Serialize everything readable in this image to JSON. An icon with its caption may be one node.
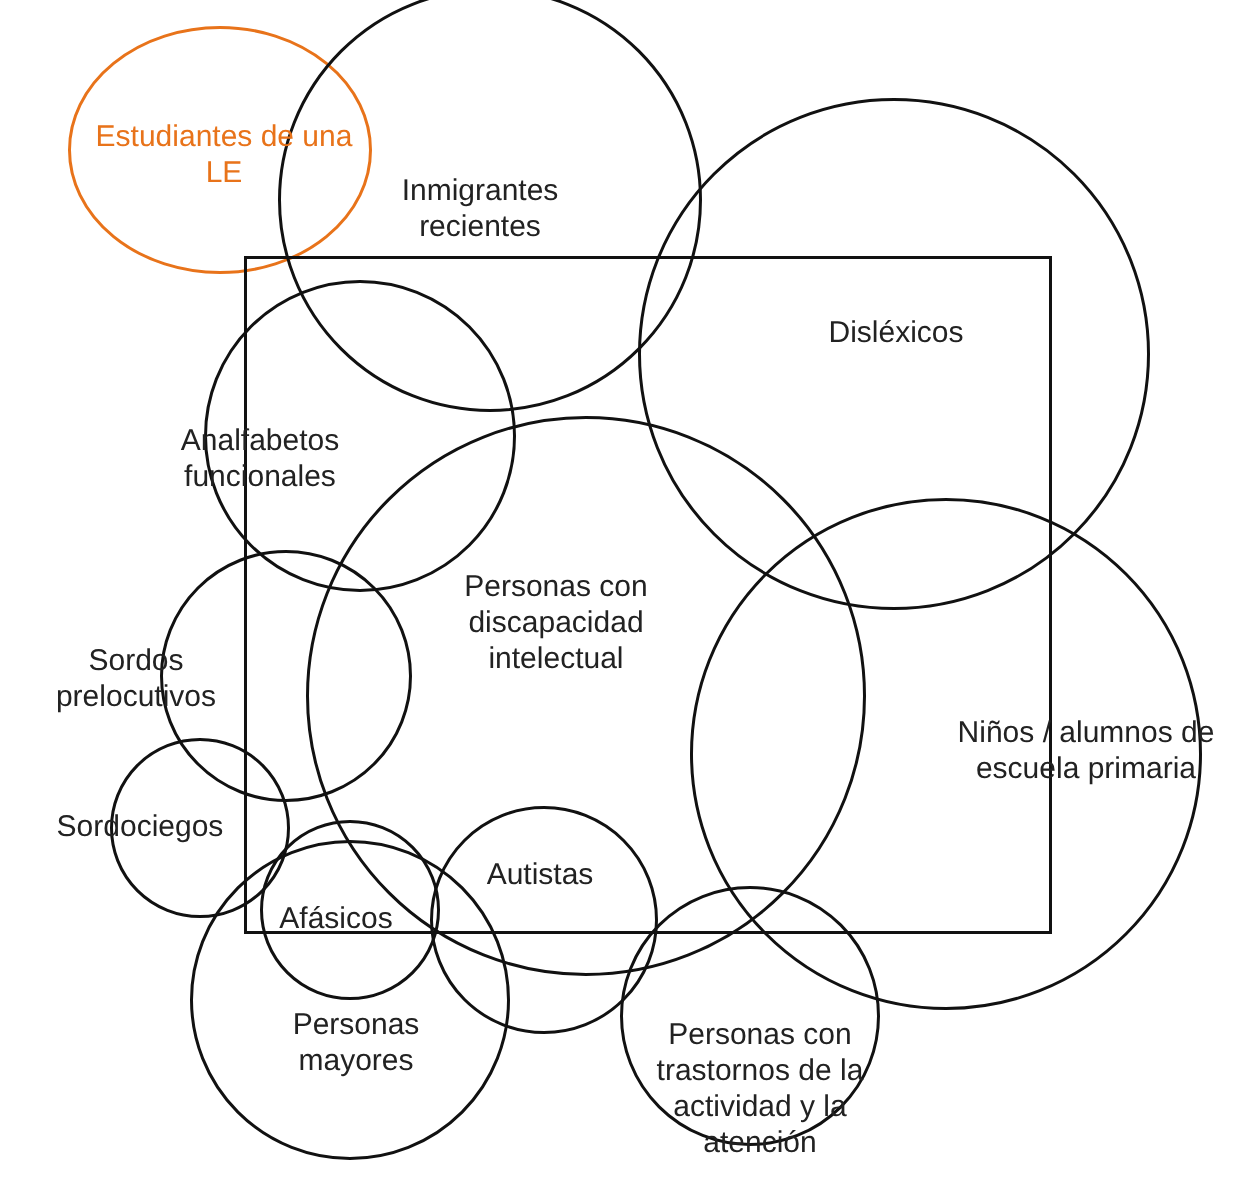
{
  "diagram": {
    "nodes": [
      {
        "text": [
          "Estudiantes de una LE"
        ]
      },
      {
        "text": [
          "Inmigrantes recientes"
        ]
      },
      {
        "text": [],
        "shape": "box"
      },
      {
        "text": [
          "Disléxicos"
        ]
      },
      {
        "text": [
          "Analfabetos funcionales"
        ]
      },
      {
        "text": [
          "Personas con discapacidad intelectual"
        ]
      },
      {
        "text": [
          "Sordos prelocutivos"
        ]
      },
      {
        "text": [
          "Niños / alumnos de escuela primaria"
        ]
      },
      {
        "text": [
          "Sordociegos"
        ]
      },
      {
        "text": [
          "Afásicos"
        ]
      },
      {
        "text": [
          "Autistas"
        ]
      },
      {
        "text": [
          "Personas mayores"
        ]
      },
      {
        "text": [
          "Personas con trastornos de la actividad y la atención"
        ]
      }
    ]
  }
}
